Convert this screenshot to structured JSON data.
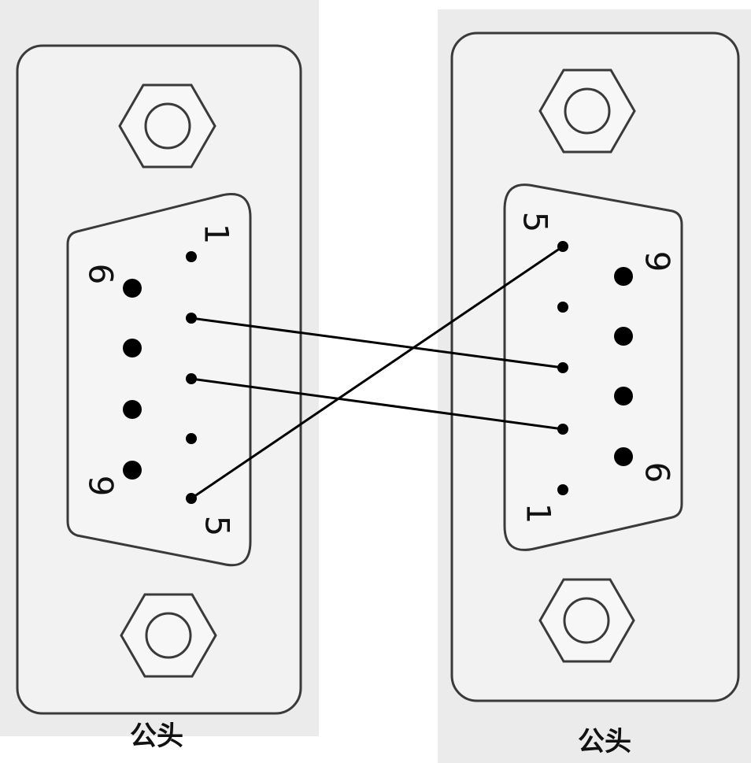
{
  "connectors": [
    {
      "id": "left",
      "caption": "公头",
      "pin_labels": {
        "top": "1",
        "upper_side": "6",
        "lower_side": "9",
        "bottom": "5"
      }
    },
    {
      "id": "right",
      "caption": "公头",
      "pin_labels": {
        "top": "5",
        "upper_side": "9",
        "lower_side": "6",
        "bottom": "1"
      }
    }
  ],
  "wiring": [
    {
      "from_connector": "left",
      "from_pin": 2,
      "to_connector": "right",
      "to_pin": 3
    },
    {
      "from_connector": "left",
      "from_pin": 3,
      "to_connector": "right",
      "to_pin": 2
    },
    {
      "from_connector": "left",
      "from_pin": 5,
      "to_connector": "right",
      "to_pin": 5
    }
  ],
  "colors": {
    "panel_fill": "#f2f2f2",
    "background_strip": "#ebebeb",
    "outline": "#3a3a3a",
    "pin": "#000000",
    "wire": "#000000"
  },
  "icons": {
    "mount_screw": "hex-nut-icon"
  }
}
